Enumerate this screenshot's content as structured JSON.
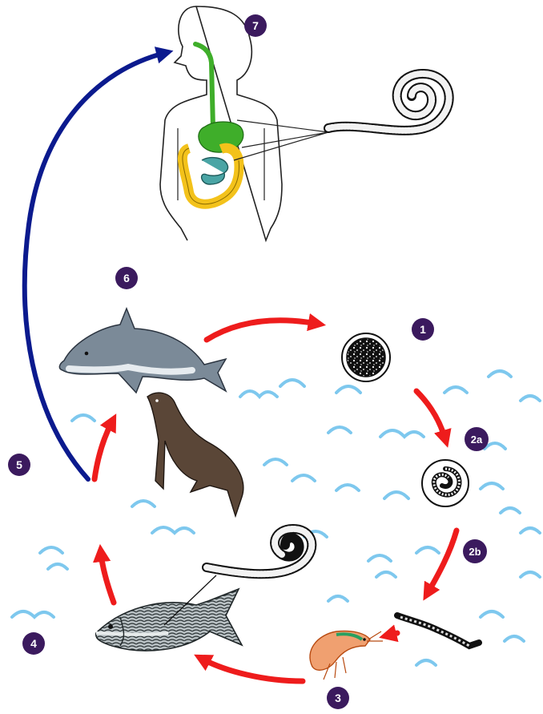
{
  "diagram": {
    "stages": [
      {
        "id": "1",
        "label": "1",
        "subject": "egg"
      },
      {
        "id": "2a",
        "label": "2a",
        "subject": "embryonated-egg"
      },
      {
        "id": "2b",
        "label": "2b",
        "subject": "free-living-larva"
      },
      {
        "id": "3",
        "label": "3",
        "subject": "crustacean-host"
      },
      {
        "id": "4",
        "label": "4",
        "subject": "fish-host"
      },
      {
        "id": "5",
        "label": "5",
        "subject": "transmission-to-human"
      },
      {
        "id": "6",
        "label": "6",
        "subject": "marine-mammal-host"
      },
      {
        "id": "7",
        "label": "7",
        "subject": "human-digestive-tract"
      }
    ],
    "colors": {
      "stage_badge": "#3b1a5e",
      "cycle_arrow": "#ee1c1c",
      "human_arrow": "#0b1a8e",
      "water": "#7ec8ee",
      "dolphin": "#7b8a98",
      "sea_lion": "#5a4637",
      "fish": "#9aa4a8",
      "stomach": "#3fae2a",
      "colon": "#f3c21b",
      "small_intestine": "#4aa5a5"
    }
  }
}
